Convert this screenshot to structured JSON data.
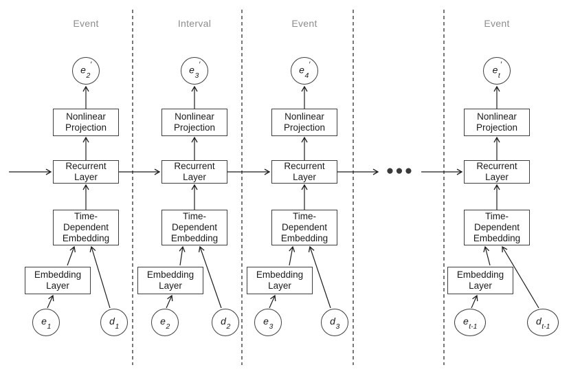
{
  "diagram": {
    "column_labels_note": "per-timestep segment type labels shown above each column",
    "ellipsis": "●●●",
    "box_labels": {
      "nonlinear": [
        "Nonlinear",
        "Projection"
      ],
      "recurrent": [
        "Recurrent",
        "Layer"
      ],
      "time_dependent": [
        "Time-",
        "Dependent",
        "Embedding"
      ],
      "embedding": [
        "Embedding",
        "Layer"
      ]
    },
    "columns": [
      {
        "label": "Event",
        "output": {
          "base": "e",
          "sub": "2",
          "prime": "′"
        },
        "event_input": {
          "base": "e",
          "sub": "1"
        },
        "duration_input": {
          "base": "d",
          "sub": "1"
        }
      },
      {
        "label": "Interval",
        "output": {
          "base": "e",
          "sub": "3",
          "prime": "′"
        },
        "event_input": {
          "base": "e",
          "sub": "2"
        },
        "duration_input": {
          "base": "d",
          "sub": "2"
        }
      },
      {
        "label": "Event",
        "output": {
          "base": "e",
          "sub": "4",
          "prime": "′"
        },
        "event_input": {
          "base": "e",
          "sub": "3"
        },
        "duration_input": {
          "base": "d",
          "sub": "3"
        }
      },
      {
        "label": "Event",
        "output": {
          "base": "e",
          "sub": "t",
          "prime": "′"
        },
        "event_input": {
          "base": "e",
          "sub": "t-1"
        },
        "duration_input": {
          "base": "d",
          "sub": "t-1"
        }
      }
    ],
    "colors": {
      "line": "#1a1a1a",
      "box_border": "#3d3d3d",
      "separator": "#4a4a4a",
      "segment_label": "#8c8c8c",
      "dots": "#3a3a3a",
      "background": "#ffffff",
      "text": "#1a1a1a"
    }
  }
}
